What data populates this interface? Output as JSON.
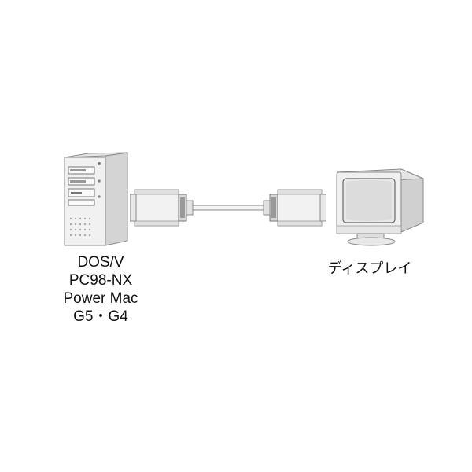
{
  "source": {
    "lines": [
      "DOS/V",
      "PC98-NX",
      "Power Mac",
      "G5・G4"
    ]
  },
  "target": {
    "label": "ディスプレイ"
  },
  "colors": {
    "device_body": "#eeeeee",
    "device_outline": "#888888",
    "shade": "#c8c8c8",
    "dark": "#555555"
  }
}
